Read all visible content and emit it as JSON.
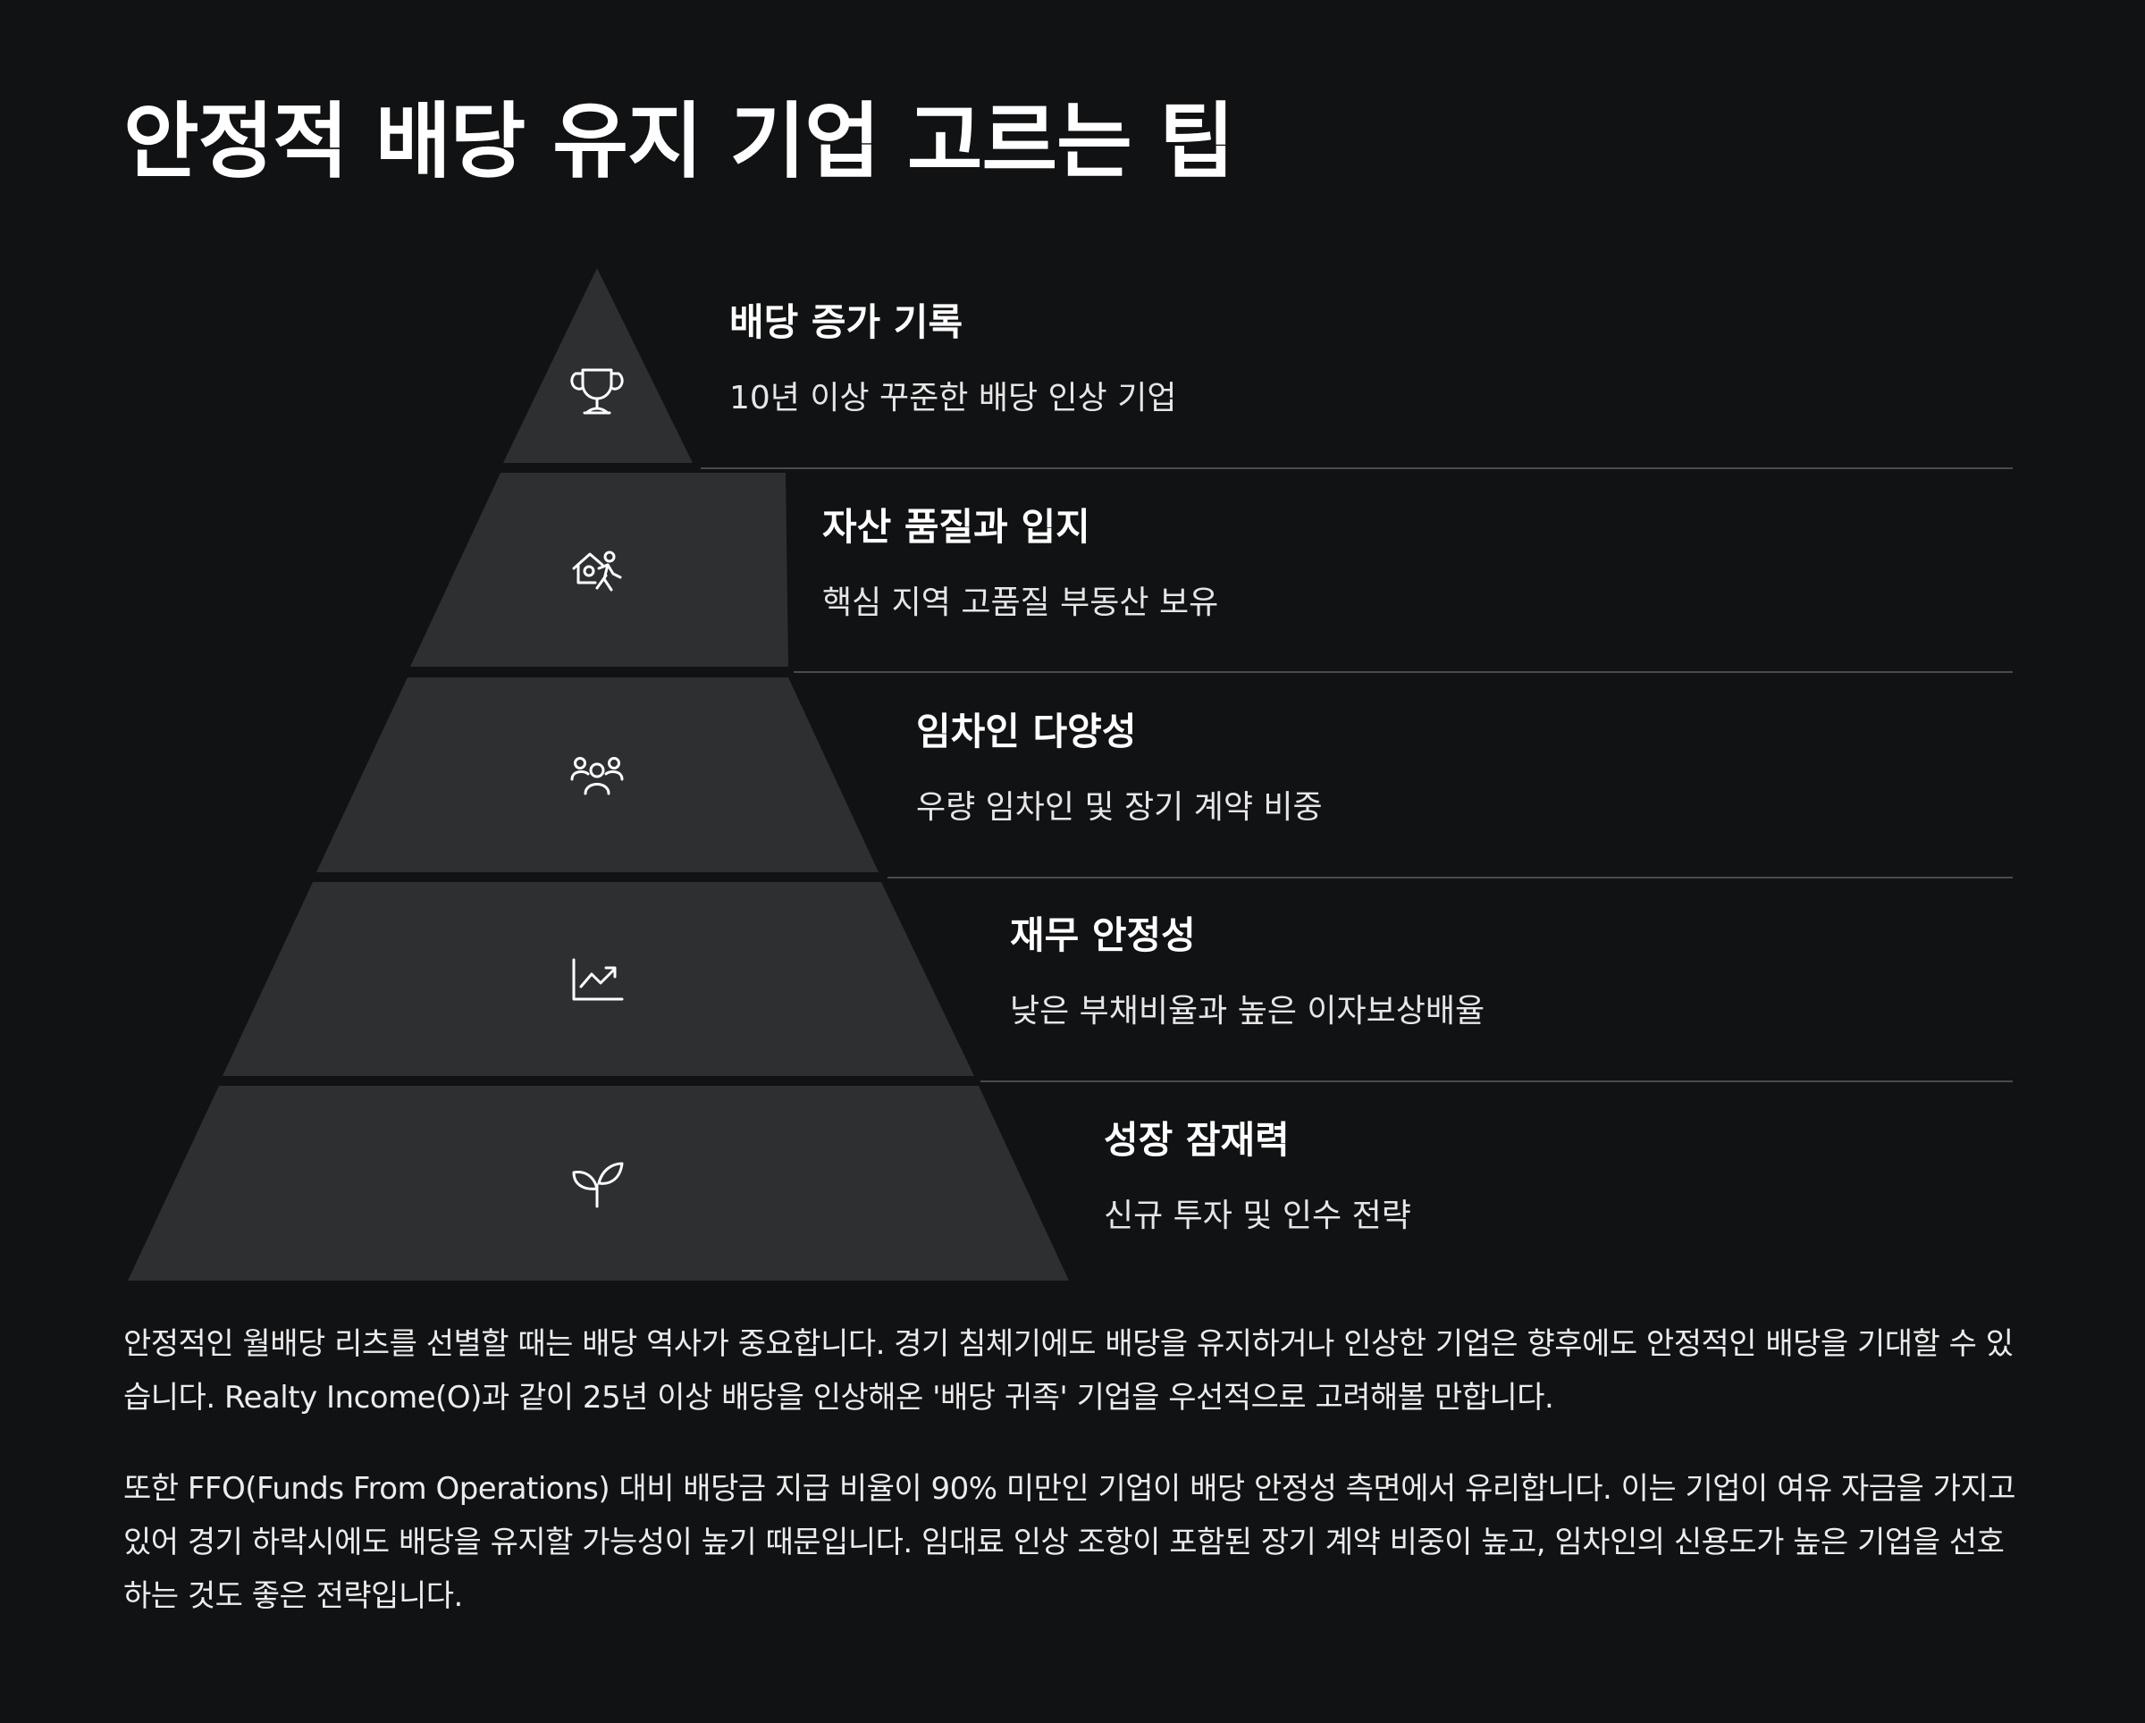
{
  "title": "안정적 배당 유지 기업 고르는 팁",
  "pyramid": {
    "levels": [
      {
        "title": "배당 증가 기록",
        "description": "10년 이상 꾸준한 배당 인상 기업",
        "icon": "trophy-icon"
      },
      {
        "title": "자산 품질과 입지",
        "description": "핵심 지역 고품질 부동산 보유",
        "icon": "house-person-icon"
      },
      {
        "title": "임차인 다양성",
        "description": "우량 임차인 및 장기 계약 비중",
        "icon": "people-group-icon"
      },
      {
        "title": "재무 안정성",
        "description": "낮은 부채비율과 높은 이자보상배율",
        "icon": "trending-up-chart-icon"
      },
      {
        "title": "성장 잠재력",
        "description": "신규 투자 및 인수 전략",
        "icon": "sprout-icon"
      }
    ],
    "colors": {
      "background": "#111214",
      "segment": "#2e2f31",
      "divider": "#4a4b4d",
      "icon": "#ffffff"
    }
  },
  "body": {
    "paragraph_1": "안정적인 월배당 리츠를 선별할 때는 배당 역사가 중요합니다. 경기 침체기에도 배당을 유지하거나 인상한 기업은 향후에도 안정적인 배당을 기대할 수 있습니다. Realty Income(O)과 같이 25년 이상 배당을 인상해온 '배당 귀족' 기업을 우선적으로 고려해볼 만합니다.",
    "paragraph_2": "또한 FFO(Funds From Operations) 대비 배당금 지급 비율이 90% 미만인 기업이 배당 안정성 측면에서 유리합니다. 이는 기업이 여유 자금을 가지고 있어 경기 하락시에도 배당을 유지할 가능성이 높기 때문입니다. 임대료 인상 조항이 포함된 장기 계약 비중이 높고, 임차인의 신용도가 높은 기업을 선호하는 것도 좋은 전략입니다."
  }
}
